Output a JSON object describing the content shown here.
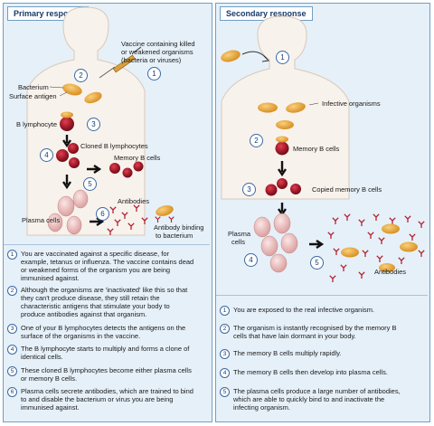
{
  "primary": {
    "title": "Primary response",
    "vaccine_label_1": "Vaccine containing killed",
    "vaccine_label_2": "or weakened organisms",
    "vaccine_label_3": "(bacteria or viruses)",
    "bacterium_label": "Bacterium",
    "surface_antigen_label": "Surface antigen",
    "b_lymphocyte_label": "B lymphocyte",
    "cloned_label": "Cloned B lymphocytes",
    "memory_label": "Memory B cells",
    "antibodies_label": "Antibodies",
    "plasma_label": "Plasma cells",
    "binding_label_1": "Antibody binding",
    "binding_label_2": "to bacterium",
    "diagram_numbers": [
      "1",
      "2",
      "3",
      "4",
      "5",
      "6"
    ],
    "steps": [
      {
        "num": "1",
        "lines": [
          "You are vaccinated against a specific disease, for",
          "example, tetanus or influenza. The vaccine contains dead",
          "or weakened forms of the organism you are being",
          "immunised against."
        ]
      },
      {
        "num": "2",
        "lines": [
          "Although the organisms are 'inactivated' like this so that",
          "they can't produce disease, they still retain the",
          "characteristic antigens that stimulate your body to",
          "produce antibodies against that organism."
        ]
      },
      {
        "num": "3",
        "lines": [
          "One of your B lymphocytes detects the antigens on the",
          "surface of the organisms in the vaccine."
        ]
      },
      {
        "num": "4",
        "lines": [
          "The B lymphocyte starts to multiply and forms a clone of",
          "identical cells."
        ]
      },
      {
        "num": "5",
        "lines": [
          "These cloned B lymphocytes become either plasma cells",
          "or memory B cells."
        ]
      },
      {
        "num": "6",
        "lines": [
          "Plasma cells secrete antibodies, which are trained to bind",
          "to and disable the bacterium or virus you are being",
          "immunised against."
        ]
      }
    ]
  },
  "secondary": {
    "title": "Secondary response",
    "infective_label": "Infective organisms",
    "memory_label": "Memory B cells",
    "copied_label": "Copied memory B cells",
    "plasma_label_1": "Plasma",
    "plasma_label_2": "cells",
    "antibodies_label": "Antibodies",
    "diagram_numbers": [
      "1",
      "2",
      "3",
      "4",
      "5"
    ],
    "steps": [
      {
        "num": "1",
        "lines": [
          "You are exposed to the real infective organism."
        ]
      },
      {
        "num": "2",
        "lines": [
          "The organism is instantly recognised by the memory B",
          "cells that have lain dormant in your body."
        ]
      },
      {
        "num": "3",
        "lines": [
          "The memory B cells multiply rapidly."
        ]
      },
      {
        "num": "4",
        "lines": [
          "The memory B cells then develop into plasma cells."
        ]
      },
      {
        "num": "5",
        "lines": [
          "The plasma cells produce a large number of antibodies,",
          "which are able to quickly bind to and inactivate the",
          "infecting organism."
        ]
      }
    ]
  },
  "colors": {
    "panel_bg": "#e6f0f8",
    "border": "#6f9fc4",
    "bacterium": "#e8a030",
    "b_cell": "#a31a2a",
    "plasma": "#f0c8c8",
    "antibody": "#b02030",
    "body": "#f8f2ec"
  }
}
